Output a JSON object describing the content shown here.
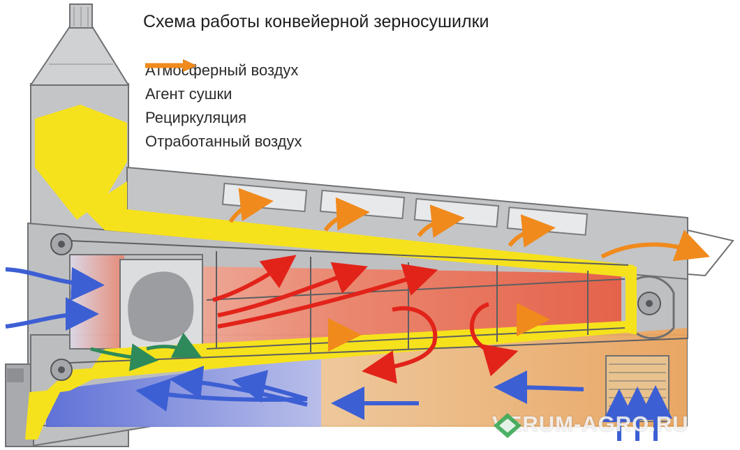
{
  "title": "Схема работы конвейерной зерносушилки",
  "legend": [
    {
      "label": "Атмосферный воздух",
      "color": "#3d5fd4",
      "icon": "arrow-icon"
    },
    {
      "label": "Агент сушки",
      "color": "#e2231a",
      "icon": "arrow-icon"
    },
    {
      "label": "Рециркуляция",
      "color": "#2e8a5a",
      "icon": "arrow-icon"
    },
    {
      "label": "Отработанный воздух",
      "color": "#f08a1c",
      "icon": "arrow-icon"
    }
  ],
  "colors": {
    "grain": "#f6e21c",
    "housing": "#c4c5c7",
    "housing_dark": "#9c9da0",
    "outline": "#6f7073",
    "heat": "#ef6a50",
    "cool_zone": "#6f7fe0",
    "warm_zone": "#f0b068"
  },
  "watermark": {
    "text": "VERUM-AGRO.RU",
    "icon": "verum-logo-icon"
  }
}
